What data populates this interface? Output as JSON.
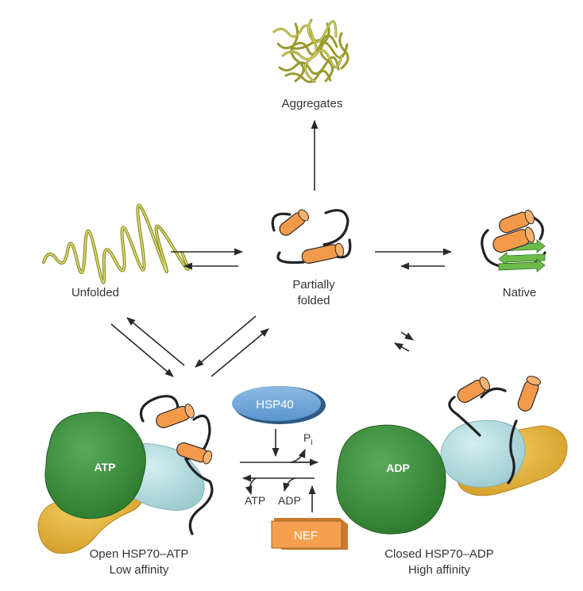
{
  "states": {
    "aggregates": "Aggregates",
    "unfolded": "Unfolded",
    "partially_folded_line1": "Partially",
    "partially_folded_line2": "folded",
    "native": "Native"
  },
  "cycle": {
    "hsp40": "HSP40",
    "nef": "NEF",
    "pi": "P",
    "pi_sub": "i",
    "atp": "ATP",
    "adp": "ADP"
  },
  "hsp70_open": {
    "nucleotide": "ATP",
    "caption_line1": "Open HSP70–ATP",
    "caption_line2": "Low affinity"
  },
  "hsp70_closed": {
    "nucleotide": "ADP",
    "caption_line1": "Closed HSP70–ADP",
    "caption_line2": "High affinity"
  },
  "colors": {
    "nbd_green": "#3d8f3d",
    "sbd_lightblue": "#b6dde0",
    "lid_yellow": "#e8b840",
    "helix_orange": "#f39a4a",
    "strand_green": "#6dbb4a",
    "chain_olive": "#b7b84a",
    "hsp40_blue": "#6ea7d8",
    "nef_orange": "#f4a050"
  }
}
